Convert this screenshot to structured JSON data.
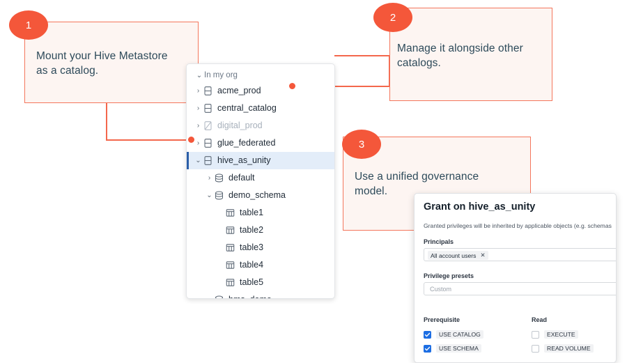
{
  "theme": {
    "accent": "#f4573a",
    "connector": "#f4674c",
    "callout_fill": "#fdf5f2",
    "callout_border": "#f4765c",
    "text_dark": "#2d4a5a",
    "selected_row_bg": "#e3edf9",
    "selected_bar": "#2b5ea8",
    "checkbox_on": "#1d6ee3"
  },
  "callouts": [
    {
      "number": "1",
      "text": "Mount your Hive Metastore\nas a catalog."
    },
    {
      "number": "2",
      "text": "Manage it alongside other\ncatalogs."
    },
    {
      "number": "3",
      "text": "Use a unified governance\nmodel."
    }
  ],
  "tree": {
    "header": {
      "label": "In my org",
      "icon": "chevron-down-icon"
    },
    "items": [
      {
        "label": "acme_prod",
        "icon": "catalog-icon",
        "chevron": "chevron-right-icon",
        "indent": 0,
        "state": "collapsed"
      },
      {
        "label": "central_catalog",
        "icon": "catalog-icon",
        "chevron": "chevron-right-icon",
        "indent": 0,
        "state": "collapsed"
      },
      {
        "label": "digital_prod",
        "icon": "catalog-unavailable-icon",
        "chevron": "chevron-right-icon",
        "indent": 0,
        "state": "disabled"
      },
      {
        "label": "glue_federated",
        "icon": "catalog-icon",
        "chevron": "chevron-right-icon",
        "indent": 0,
        "state": "collapsed"
      },
      {
        "label": "hive_as_unity",
        "icon": "catalog-icon",
        "chevron": "chevron-down-icon",
        "indent": 0,
        "state": "selected"
      },
      {
        "label": "default",
        "icon": "schema-icon",
        "chevron": "chevron-right-icon",
        "indent": 1,
        "state": "collapsed"
      },
      {
        "label": "demo_schema",
        "icon": "schema-icon",
        "chevron": "chevron-down-icon",
        "indent": 1,
        "state": "expanded"
      },
      {
        "label": "table1",
        "icon": "table-icon",
        "chevron": "",
        "indent": 2,
        "state": "leaf"
      },
      {
        "label": "table2",
        "icon": "table-icon",
        "chevron": "",
        "indent": 2,
        "state": "leaf"
      },
      {
        "label": "table3",
        "icon": "table-icon",
        "chevron": "",
        "indent": 2,
        "state": "leaf"
      },
      {
        "label": "table4",
        "icon": "table-icon",
        "chevron": "",
        "indent": 2,
        "state": "leaf"
      },
      {
        "label": "table5",
        "icon": "table-icon",
        "chevron": "",
        "indent": 2,
        "state": "leaf"
      },
      {
        "label": "hms_demo",
        "icon": "schema-icon",
        "chevron": "chevron-right-icon",
        "indent": 1,
        "state": "collapsed"
      }
    ]
  },
  "dialog": {
    "title": "Grant on hive_as_unity",
    "description": "Granted privileges will be inherited by applicable objects (e.g. schemas",
    "principals_label": "Principals",
    "principal_chip": "All account users",
    "chip_remove_icon": "close-icon",
    "presets_label": "Privilege presets",
    "presets_placeholder": "Custom",
    "columns": [
      {
        "header": "Prerequisite",
        "items": [
          {
            "label": "USE CATALOG",
            "checked": true
          },
          {
            "label": "USE SCHEMA",
            "checked": true
          }
        ]
      },
      {
        "header": "Read",
        "items": [
          {
            "label": "EXECUTE",
            "checked": false
          },
          {
            "label": "READ VOLUME",
            "checked": false
          }
        ]
      }
    ]
  }
}
